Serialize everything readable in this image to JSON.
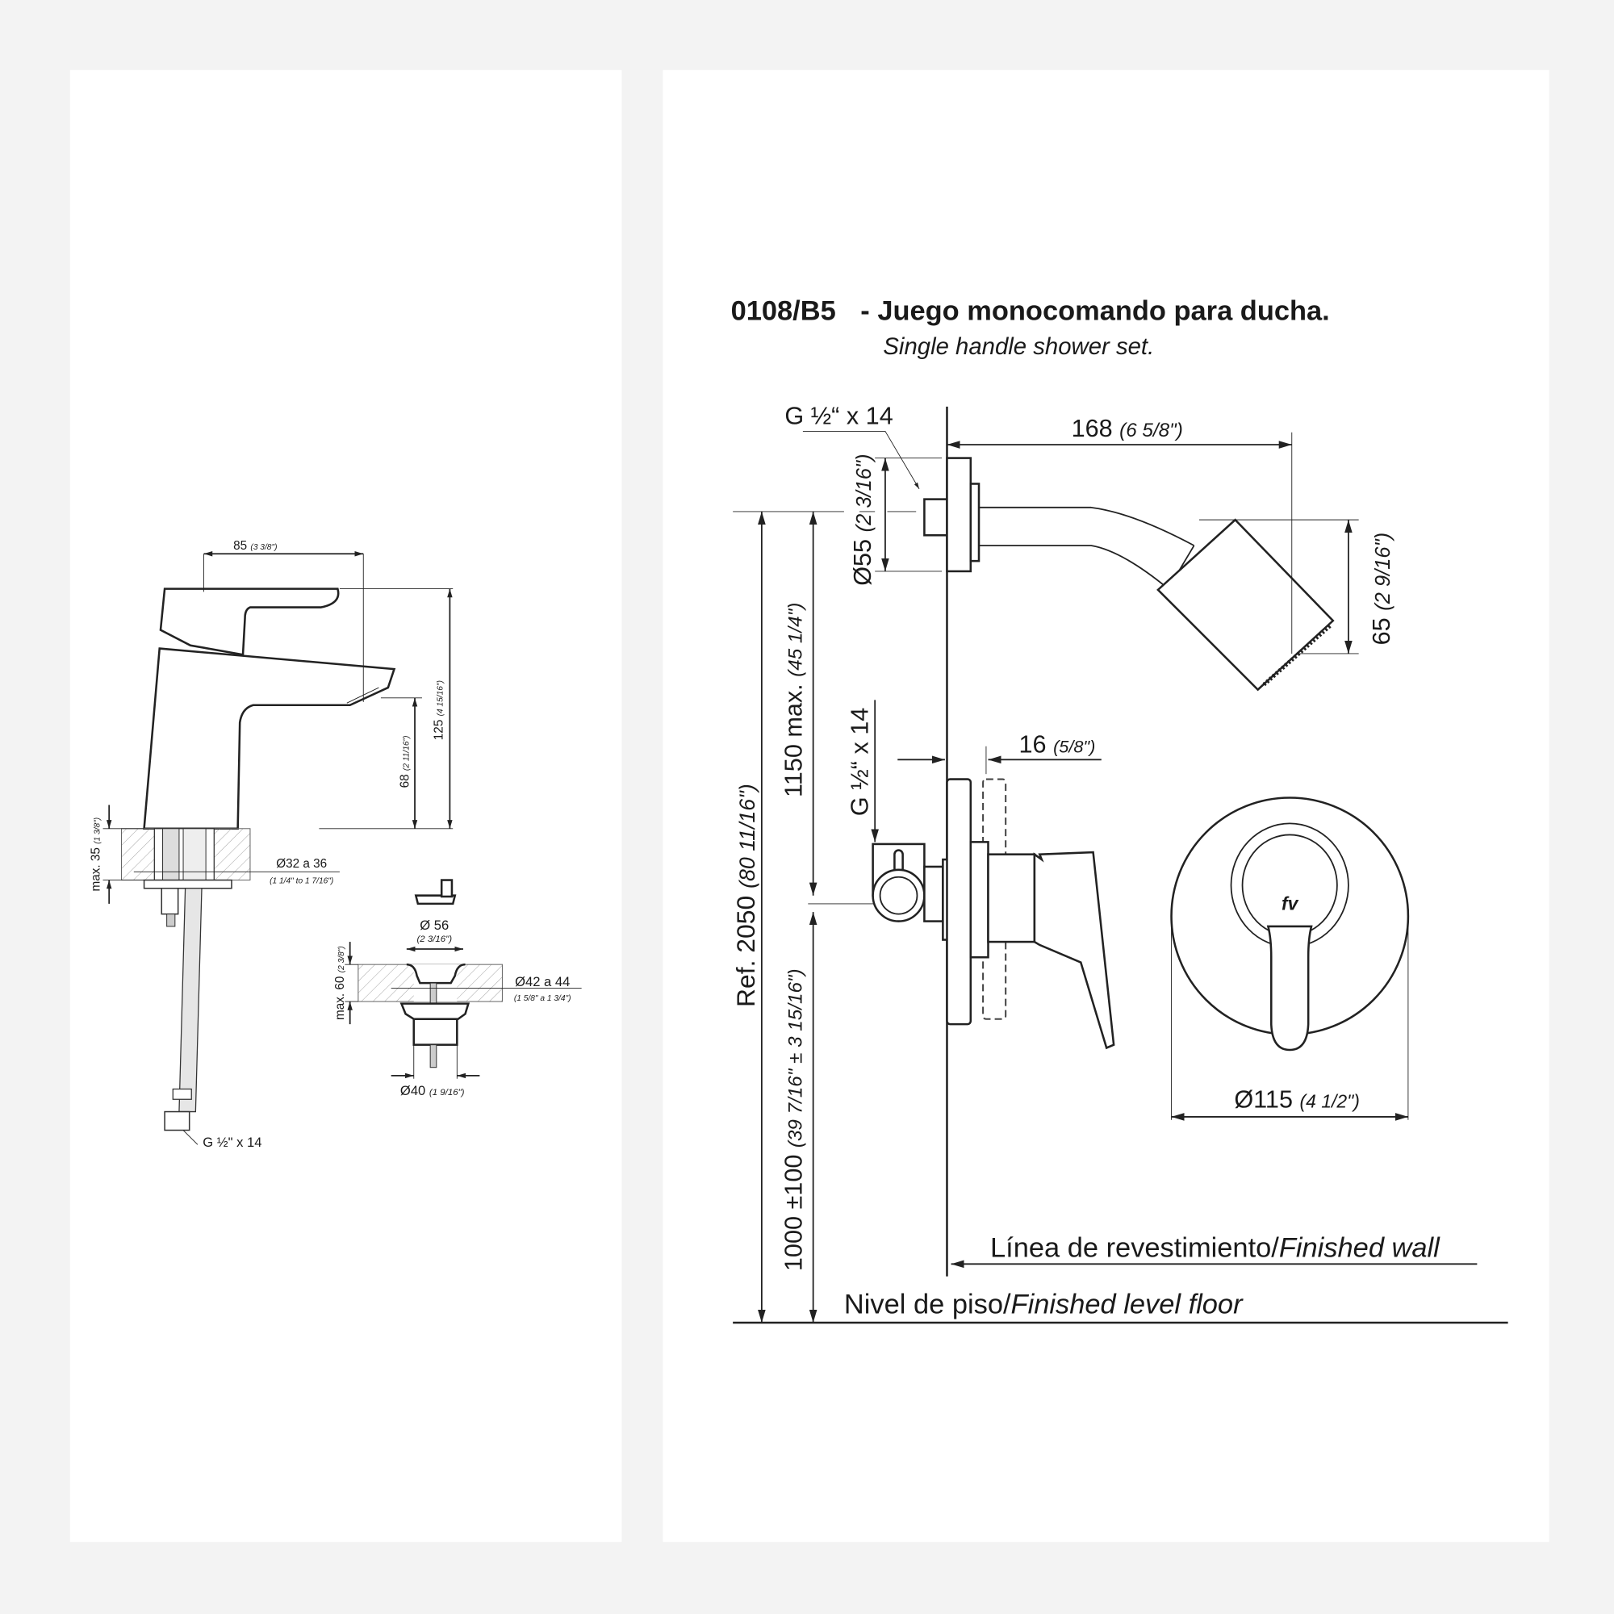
{
  "basin_mixer": {
    "width_value": "85",
    "width_inch": "(3 3/8\")",
    "height_value": "125",
    "height_inch": "(4 15/16\")",
    "spout_value": "68",
    "spout_inch": "(2 11/16\")",
    "thickness_value": "max. 35",
    "thickness_inch": "(1 3/8\")",
    "hole_value": "Ø32 a 36",
    "hole_inch": "(1 1/4\" to 1 7/16\")",
    "thread": "G ½\" x 14"
  },
  "drain": {
    "top_value": "Ø 56",
    "top_inch": "(2 3/16\")",
    "thickness_value": "max. 60",
    "thickness_inch": "(2 3/8\")",
    "hole_value": "Ø42 a 44",
    "hole_inch": "(1 5/8\" a 1 3/4\")",
    "bottom_value": "Ø40",
    "bottom_inch": "(1 9/16\")"
  },
  "shower_set": {
    "code": "0108/B5",
    "title": "- Juego monocomando para ducha.",
    "subtitle": "Single handle shower set.",
    "arm_thread": "G ½“ x 14",
    "arm_length_value": "168",
    "arm_length_inch": "(6 5/8\")",
    "flange_value": "Ø55",
    "flange_inch": "(2 3/16\")",
    "head_value": "65",
    "head_inch": "(2 9/16\")",
    "ref_value": "Ref. 2050",
    "ref_inch": "(80 11/16\")",
    "max_value": "1150 max.",
    "max_inch": "(45 1/4\")",
    "valve_height_value": "1000 ±100",
    "valve_height_inch": "(39 7/16\" ± 3 15/16\")",
    "valve_thread": "G ½“ x 14",
    "depth_value": "16",
    "depth_inch": "(5/8\")",
    "escutcheon_value": "Ø115",
    "escutcheon_inch": "(4 1/2\")",
    "logo": "fv",
    "wall_label": "Línea de revestimiento/",
    "wall_label_en": "Finished wall",
    "floor_label": "Nivel de piso/",
    "floor_label_en": "Finished level floor"
  }
}
